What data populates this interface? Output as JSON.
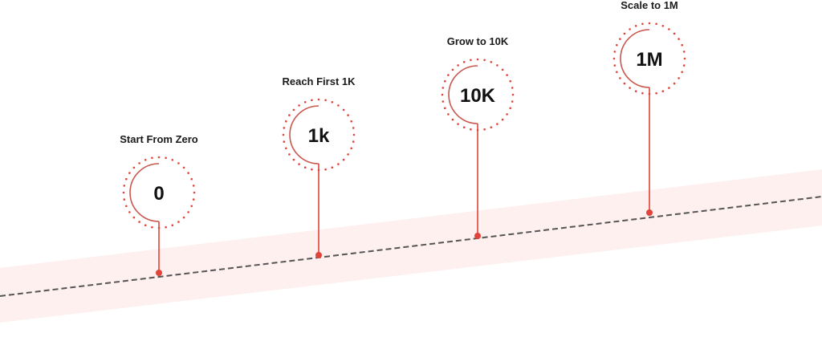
{
  "colors": {
    "accent": "#e0443a",
    "arc": "#c9574e",
    "band": "#fdf0ee",
    "dash": "#555555",
    "text": "#111111"
  },
  "milestones": [
    {
      "title": "Start From Zero",
      "value": "0"
    },
    {
      "title": "Reach First 1K",
      "value": "1k"
    },
    {
      "title": "Grow to 10K",
      "value": "10K"
    },
    {
      "title": "Scale to 1M",
      "value": "1M"
    }
  ]
}
